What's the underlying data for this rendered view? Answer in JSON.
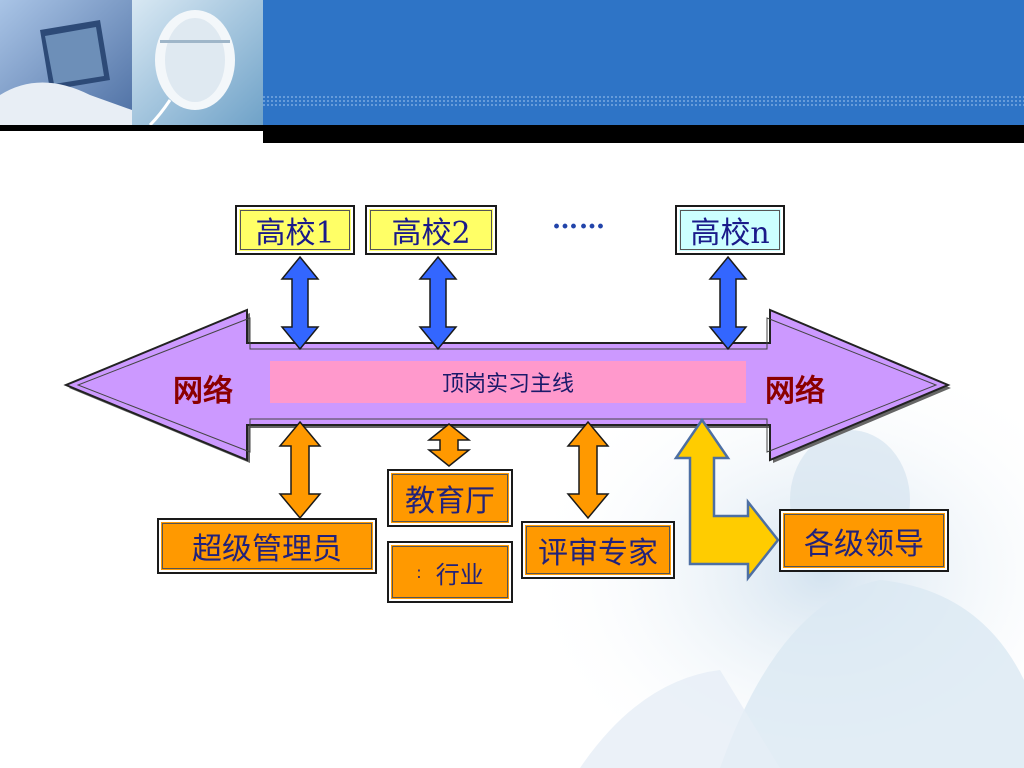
{
  "schools": [
    {
      "label": "高校1"
    },
    {
      "label": "高校2"
    },
    {
      "label": "高校n"
    }
  ],
  "ellipsis": "……",
  "network": {
    "left_label": "网络",
    "right_label": "网络"
  },
  "main_line": {
    "label": "顶岗实习主线"
  },
  "nodes": {
    "super_admin": "超级管理员",
    "education_dept": "教育厅",
    "industry": "行业",
    "industry_prefix": ":",
    "review_experts": "评审专家",
    "leaders": "各级领导"
  },
  "colors": {
    "header_blue": "#2e74c6",
    "arrow_purple": "#cc99ff",
    "main_line_pink": "#ff99cc",
    "school_yellow": "#ffff66",
    "school_cyan": "#ccffff",
    "node_orange": "#ff9900",
    "arrow_blue": "#3366ff",
    "arrow_orange": "#ff9900",
    "arrow_gold": "#ffcc00"
  }
}
